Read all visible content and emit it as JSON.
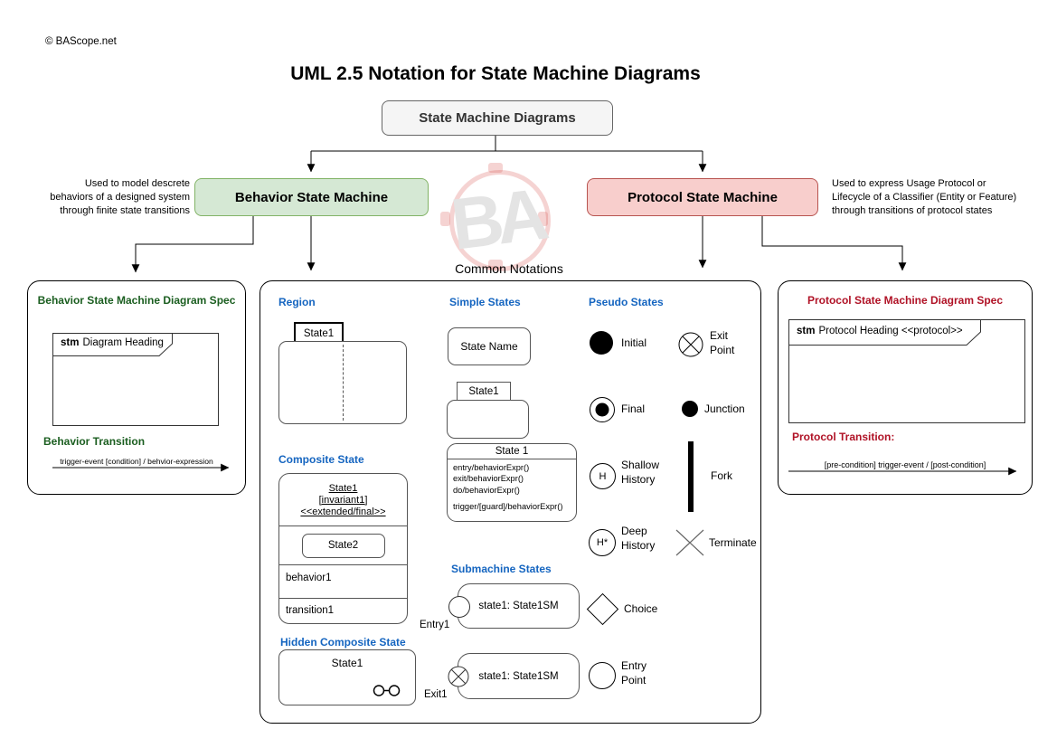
{
  "page": {
    "copyright": "© BAScope.net",
    "title": "UML 2.5 Notation for State Machine Diagrams",
    "common_notations": "Common Notations",
    "watermark": "BA"
  },
  "tree": {
    "root": "State Machine Diagrams",
    "behavior": {
      "label": "Behavior State Machine",
      "description": "Used to model descrete\nbehaviors of a designed system\nthrough finite state transitions"
    },
    "protocol": {
      "label": "Protocol State Machine",
      "description": "Used to express Usage Protocol or\nLifecycle of a Classifier (Entity or Feature)\nthrough transitions of protocol states"
    }
  },
  "behavior_panel": {
    "title": "Behavior State Machine Diagram Spec",
    "stm_keyword": "stm",
    "diagram_heading": "Diagram Heading",
    "transition_title": "Behavior Transition",
    "transition_expression": "trigger-event [condition] / behvior-expression"
  },
  "protocol_panel": {
    "title": "Protocol State Machine Diagram Spec",
    "stm_keyword": "stm",
    "diagram_heading": "Protocol Heading <<protocol>>",
    "transition_title": "Protocol Transition:",
    "transition_expression": "[pre-condition] trigger-event / [post-condition]"
  },
  "notations": {
    "region": {
      "heading": "Region",
      "state": "State1"
    },
    "simple_states": {
      "heading": "Simple States",
      "state_name": "State Name",
      "state1": "State1",
      "detailed": {
        "title": "State 1",
        "entry": "entry/behaviorExpr()",
        "exit": "exit/behaviorExpr()",
        "do": "do/behaviorExpr()",
        "trigger": "trigger/[guard]/behaviorExpr()"
      }
    },
    "pseudo_states": {
      "heading": "Pseudo States",
      "initial": "Initial",
      "exit_point": "Exit\nPoint",
      "final": "Final",
      "junction": "Junction",
      "shallow_history": "Shallow\nHistory",
      "shallow_history_symbol": "H",
      "fork": "Fork",
      "deep_history": "Deep\nHistory",
      "deep_history_symbol": "H*",
      "terminate": "Terminate",
      "choice": "Choice",
      "entry_point": "Entry\nPoint"
    },
    "composite_state": {
      "heading": "Composite State",
      "title_line1": "State1",
      "title_line2": "[invariant1]",
      "title_line3": "<<extended/final>>",
      "inner_state": "State2",
      "behavior": "behavior1",
      "transition": "transition1"
    },
    "submachine_states": {
      "heading": "Submachine States",
      "entry_state": "state1: State1SM",
      "entry_label": "Entry1",
      "exit_state": "state1: State1SM",
      "exit_label": "Exit1"
    },
    "hidden_composite": {
      "heading": "Hidden Composite State",
      "state": "State1"
    }
  },
  "colors": {
    "behavior_fill": "#d5e8d4",
    "behavior_border": "#82b366",
    "protocol_fill": "#f8cecc",
    "protocol_border": "#b85450",
    "root_fill": "#f5f5f5",
    "heading_blue": "#1565c0",
    "behavior_text_green": "#1b5e20",
    "protocol_text_red": "#b01226",
    "watermark_gray": "#e4e4e4",
    "watermark_pink": "rgba(214,80,74,0.25)"
  }
}
